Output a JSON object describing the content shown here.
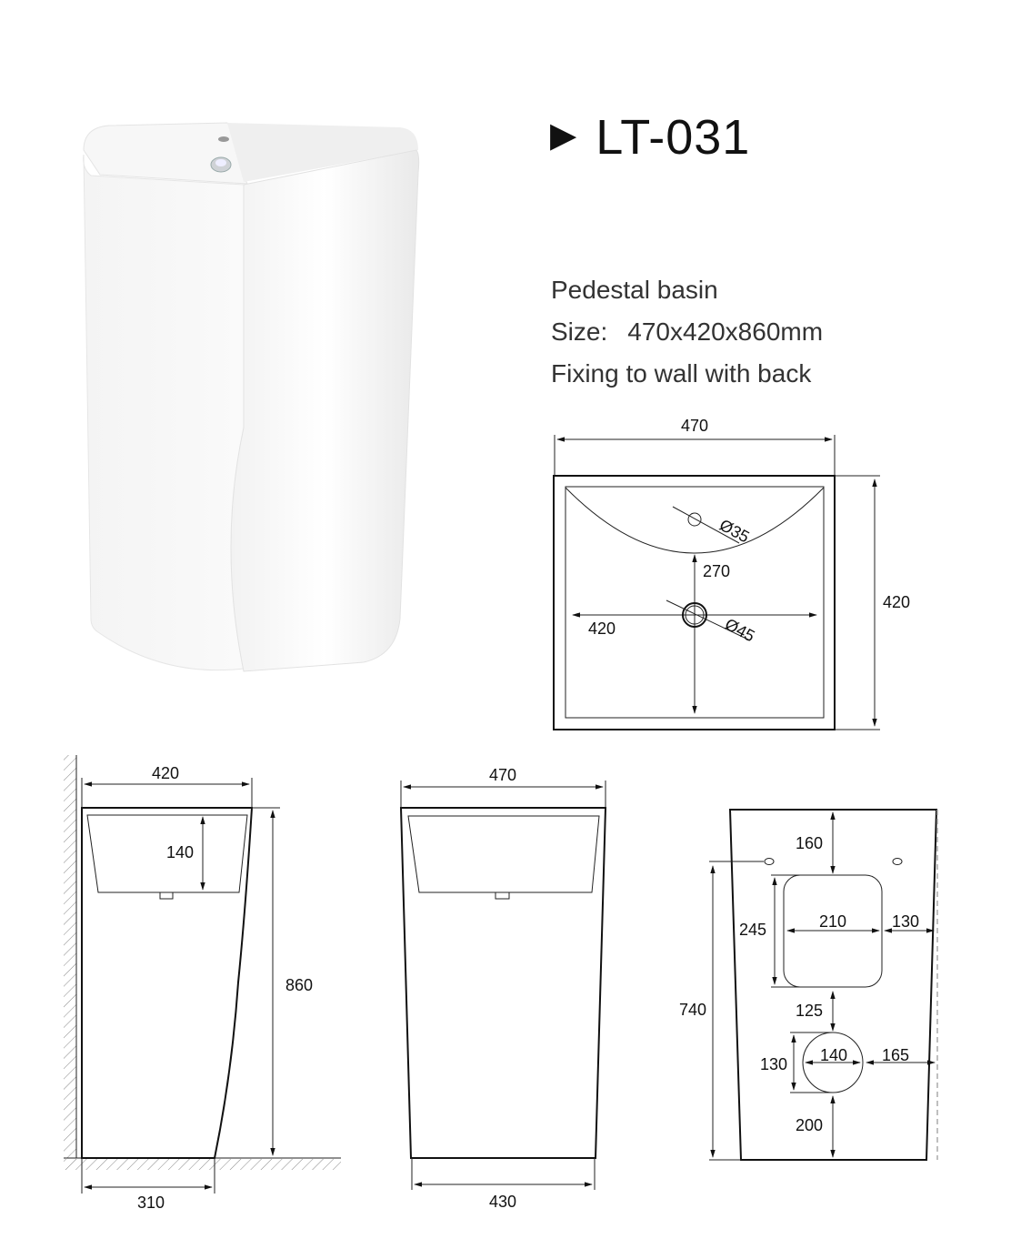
{
  "product": {
    "model": "LT-031",
    "marker_icon": "triangle-right",
    "type": "Pedestal basin",
    "size_label": "Size:",
    "size_value": "470x420x860mm",
    "fixing": "Fixing to wall with back"
  },
  "top_view": {
    "width": "470",
    "depth": "420",
    "inner_span": "420",
    "tap_to_drain": "270",
    "tap_hole": "Ø35",
    "drain_hole": "Ø45"
  },
  "side_view": {
    "depth": "420",
    "bowl_depth": "140",
    "height": "860",
    "base_depth": "310"
  },
  "front_view": {
    "top_width": "470",
    "base_width": "430"
  },
  "back_view": {
    "top_to_opening": "160",
    "fixing_height": "740",
    "opening_height": "245",
    "opening_width": "210",
    "opening_side": "130",
    "gap": "125",
    "round_height": "130",
    "round_width": "140",
    "round_side": "165",
    "round_to_floor": "200"
  }
}
